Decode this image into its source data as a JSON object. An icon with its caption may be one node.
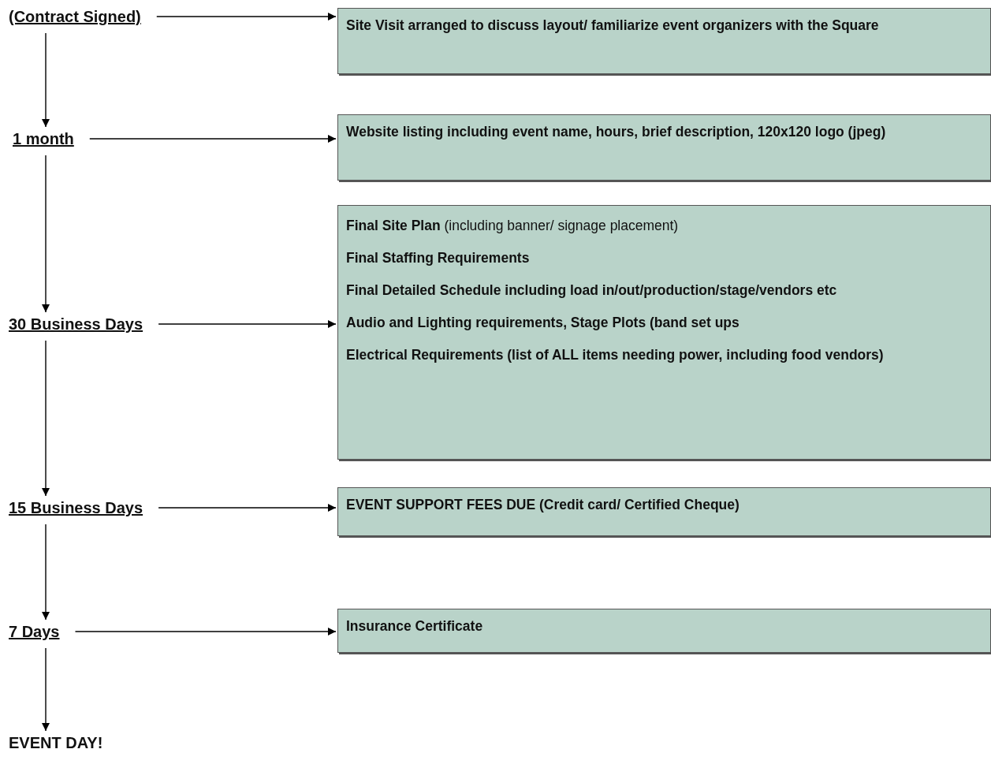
{
  "diagram": {
    "nodes": [
      {
        "text": [
          "(Contract Signed)"
        ]
      },
      {
        "text": [
          "Site Visit arranged to discuss layout/ familiarize event organizers with the Square"
        ]
      },
      {
        "text": [
          "1 month"
        ]
      },
      {
        "text": [
          "Website listing including event name, hours, brief description, 120x120 logo (jpeg)"
        ]
      },
      {
        "text": [
          "30 Business Days"
        ]
      },
      {
        "text": [
          "**Final Site Plan** (including banner/ signage placement)",
          "**Final Staffing Requirements**",
          "**Final Detailed Schedule including load in/out/production/stage/vendors etc**",
          "**Audio and Lighting requirements, Stage Plots (band set ups**",
          "**Electrical Requirements (list of ALL items needing power, including food vendors)**"
        ]
      },
      {
        "text": [
          "15 Business Days"
        ]
      },
      {
        "text": [
          "EVENT SUPPORT FEES DUE (Credit card/ Certified Cheque)"
        ]
      },
      {
        "text": [
          "7 Days"
        ]
      },
      {
        "text": [
          "Insurance Certificate"
        ]
      },
      {
        "text": [
          "EVENT DAY!"
        ]
      }
    ],
    "edges": [
      {
        "from": 0,
        "to": 1,
        "arrow": "to"
      },
      {
        "from": 0,
        "to": 2,
        "arrow": "to"
      },
      {
        "from": 2,
        "to": 3,
        "arrow": "to"
      },
      {
        "from": 2,
        "to": 4,
        "arrow": "to"
      },
      {
        "from": 4,
        "to": 5,
        "arrow": "to"
      },
      {
        "from": 4,
        "to": 6,
        "arrow": "to"
      },
      {
        "from": 6,
        "to": 7,
        "arrow": "to"
      },
      {
        "from": 6,
        "to": 8,
        "arrow": "to"
      },
      {
        "from": 8,
        "to": 9,
        "arrow": "to"
      },
      {
        "from": 8,
        "to": 10,
        "arrow": "to"
      }
    ]
  }
}
